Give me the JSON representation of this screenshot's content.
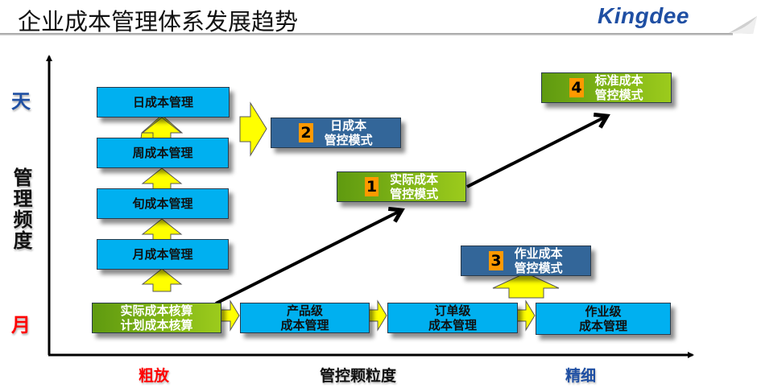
{
  "header": {
    "title": "企业成本管理体系发展趋势",
    "logo": "Kingdee"
  },
  "axes": {
    "y_label": "管理频度",
    "y_top": "天",
    "y_bottom": "月",
    "x_label": "管控颗粒度",
    "x_left": "粗放",
    "x_right": "精细",
    "colors": {
      "blue": "#1f4fa3",
      "red": "#ff0000"
    }
  },
  "frequency_stack": [
    {
      "label": "日成本管理"
    },
    {
      "label": "周成本管理"
    },
    {
      "label": "旬成本管理"
    },
    {
      "label": "月成本管理"
    }
  ],
  "base_row": [
    {
      "line1": "实际成本核算",
      "line2": "计划成本核算",
      "style": "green"
    },
    {
      "line1": "产品级",
      "line2": "成本管理",
      "style": "blue"
    },
    {
      "line1": "订单级",
      "line2": "成本管理",
      "style": "blue"
    },
    {
      "line1": "作业级",
      "line2": "成本管理",
      "style": "blue"
    }
  ],
  "modes": [
    {
      "num": "1",
      "line1": "实际成本",
      "line2": "管控模式",
      "style": "green"
    },
    {
      "num": "2",
      "line1": "日成本",
      "line2": "管控模式",
      "style": "dark"
    },
    {
      "num": "3",
      "line1": "作业成本",
      "line2": "管控模式",
      "style": "dark"
    },
    {
      "num": "4",
      "line1": "标准成本",
      "line2": "管控模式",
      "style": "green"
    }
  ],
  "colors": {
    "box_blue": "#00b0f0",
    "box_dark": "#336699",
    "box_green": "#7fb51a",
    "arrow_yellow": "#ffff00",
    "number_badge": "#ff9900"
  }
}
